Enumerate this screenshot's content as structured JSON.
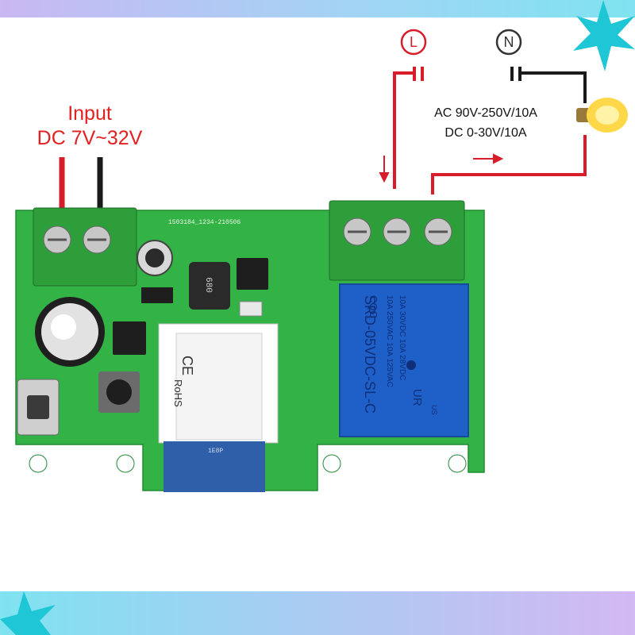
{
  "input_label": {
    "line1": "Input",
    "line2": "DC 7V~32V"
  },
  "terminal_markers": {
    "live": "L",
    "neutral": "N"
  },
  "load_specs": {
    "ac": "AC 90V-250V/10A",
    "dc": "DC 0-30V/10A"
  },
  "board": {
    "pcb_marking": "1503184_1234-210506",
    "inductor_marking": "680",
    "module": {
      "rohs": "RoHS",
      "ce": "CE",
      "antenna_marking": "1E8P"
    },
    "relay": {
      "brand": "CQC",
      "model": "SRD-05VDC-SL-C",
      "rating1": "10A 250VAC  10A 125VAC",
      "rating2": "10A 30VDC  10A 28VDC",
      "cert_logo": "UR",
      "cert_region": "US"
    }
  },
  "colors": {
    "pcb": "#33b245",
    "terminal_block": "#2e9e3a",
    "relay": "#1e5fc8",
    "wire_red": "#d81c2a",
    "wire_black": "#1a1a1a",
    "label_red": "#e32020"
  }
}
